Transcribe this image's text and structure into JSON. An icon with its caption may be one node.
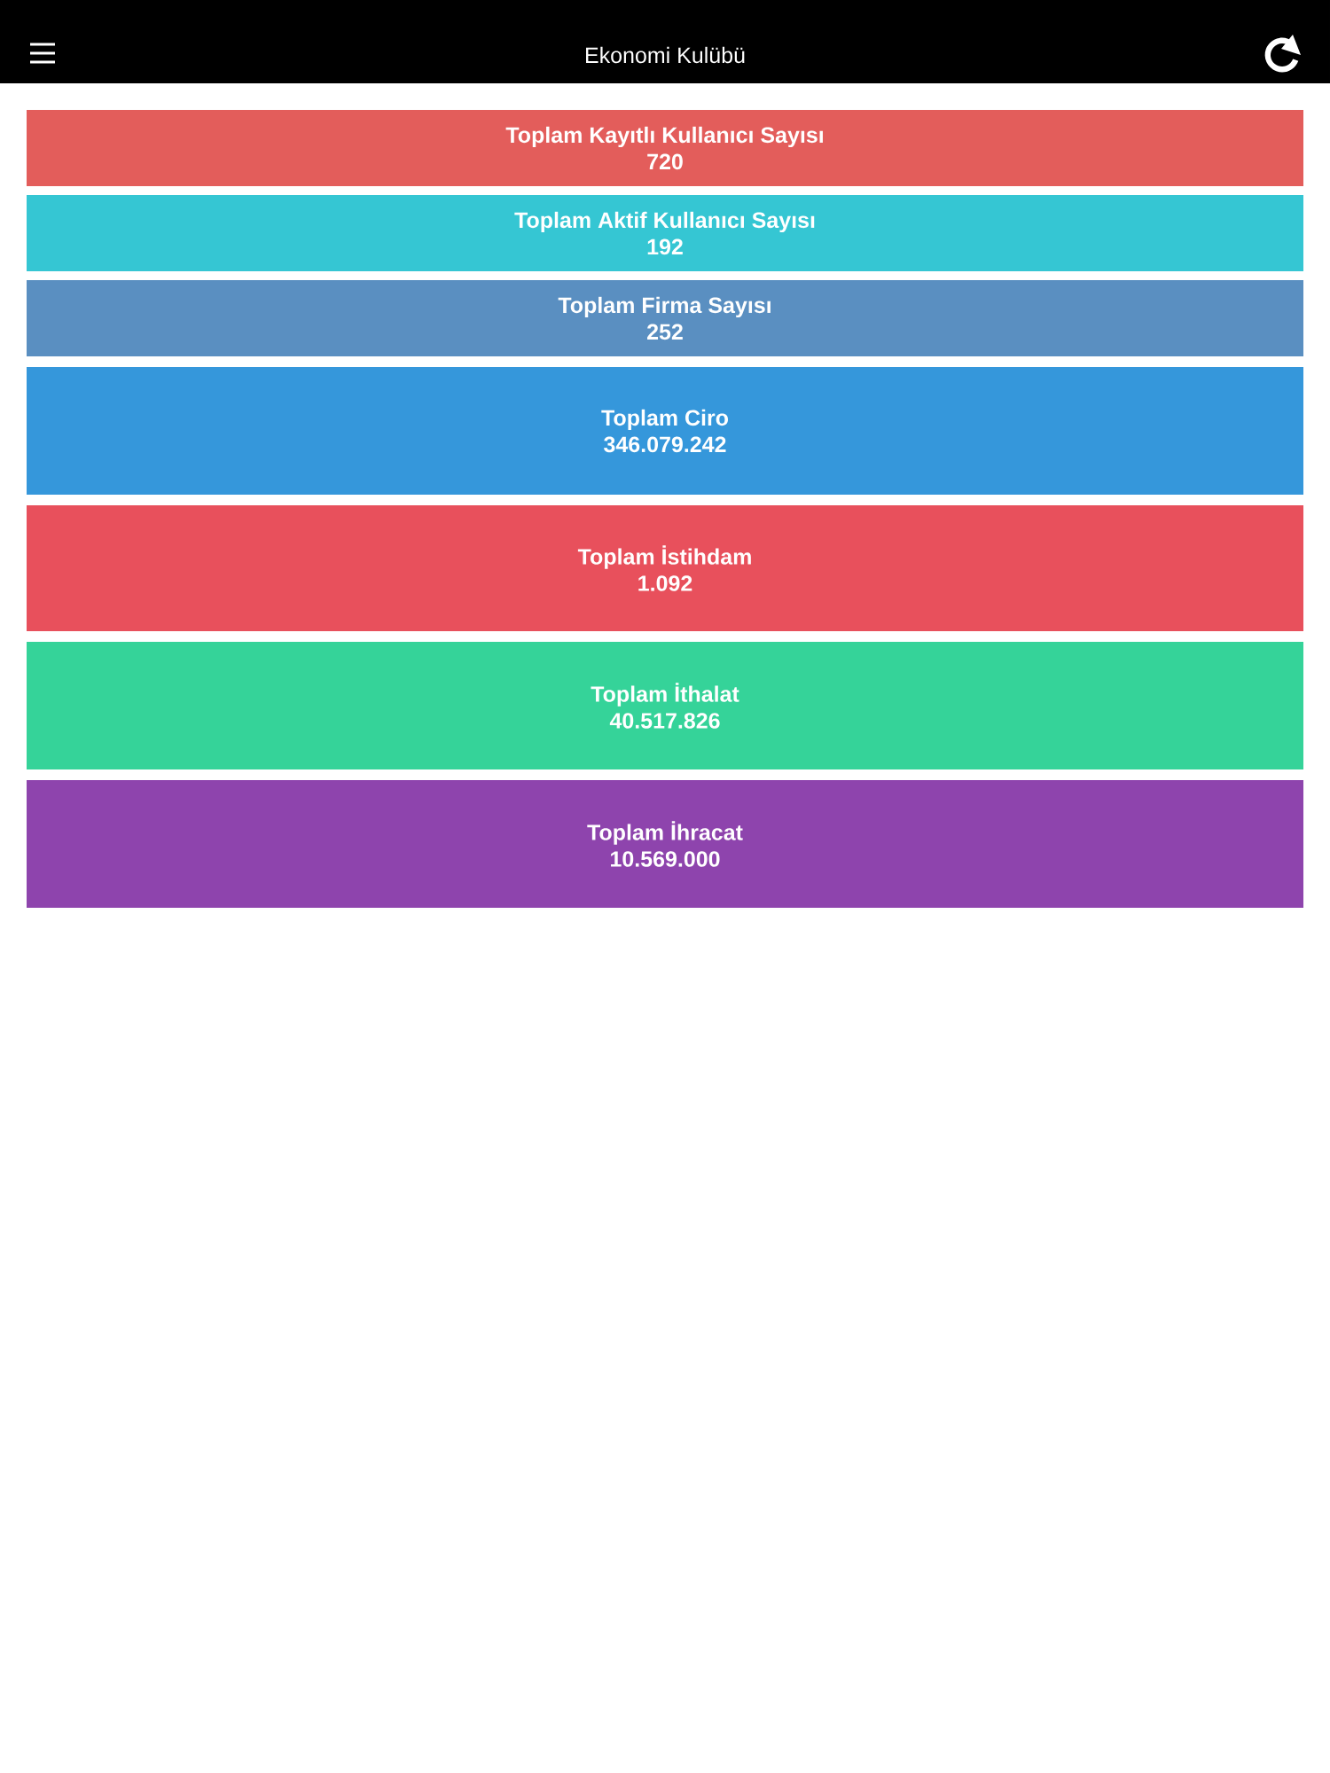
{
  "diagram": {
    "title": "Ekonomi Kulübü",
    "nodes": [
      {
        "text": [
          "Toplam Kayıtlı Kullanıcı Sayısı",
          "720"
        ]
      },
      {
        "text": [
          "Toplam Aktif Kullanıcı Sayısı",
          "192"
        ]
      },
      {
        "text": [
          "Toplam Firma Sayısı",
          "252"
        ]
      },
      {
        "text": [
          "Toplam Ciro",
          "346.079.242"
        ]
      },
      {
        "text": [
          "Toplam İstihdam",
          "1.092"
        ]
      },
      {
        "text": [
          "Toplam İthalat",
          "40.517.826"
        ]
      },
      {
        "text": [
          "Toplam İhracat",
          "10.569.000"
        ]
      }
    ]
  }
}
